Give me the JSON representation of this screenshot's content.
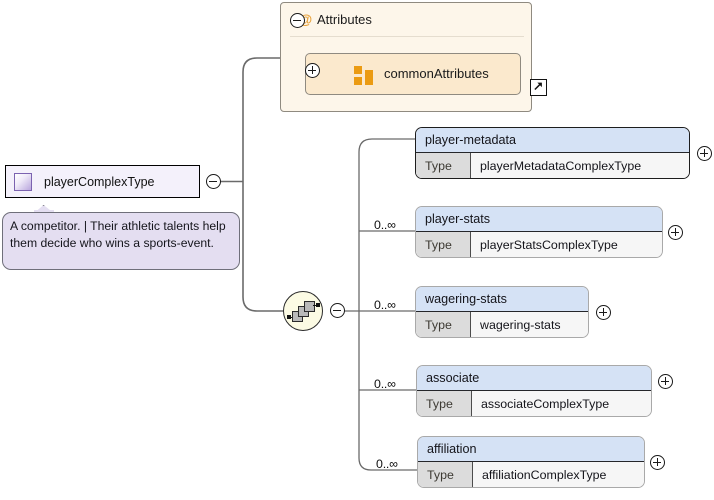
{
  "diagram": {
    "kind": "xml-schema-complextype-diagram",
    "root": {
      "name": "playerComplexType",
      "icon": "complextype-swatch-icon",
      "toggle": "collapse-minus-icon",
      "annotation": "A competitor. | Their athletic talents help them decide who wins a sports-event."
    },
    "attributes_panel": {
      "toggle": "collapse-minus-icon",
      "at_symbol": "@",
      "title": "Attributes",
      "item": {
        "toggle": "expand-plus-icon",
        "icon": "attribute-group-icon",
        "label": "commonAttributes",
        "link_icon": "external-link-arrow-icon"
      }
    },
    "compositor": {
      "icon": "sequence-icon",
      "toggle": "collapse-minus-icon"
    },
    "elements": [
      {
        "name": "player-metadata",
        "type_key": "Type",
        "type_value": "playerMetadataComplexType",
        "cardinality": "",
        "required": true,
        "toggle": "expand-plus-icon"
      },
      {
        "name": "player-stats",
        "type_key": "Type",
        "type_value": "playerStatsComplexType",
        "cardinality": "0..∞",
        "required": false,
        "toggle": "expand-plus-icon"
      },
      {
        "name": "wagering-stats",
        "type_key": "Type",
        "type_value": "wagering-stats",
        "cardinality": "0..∞",
        "required": false,
        "toggle": "expand-plus-icon"
      },
      {
        "name": "associate",
        "type_key": "Type",
        "type_value": "associateComplexType",
        "cardinality": "0..∞",
        "required": false,
        "toggle": "expand-plus-icon"
      },
      {
        "name": "affiliation",
        "type_key": "Type",
        "type_value": "affiliationComplexType",
        "cardinality": "0..∞",
        "required": false,
        "toggle": "expand-plus-icon"
      }
    ],
    "colors": {
      "element_header": "#d5e2f5",
      "element_body": "#f6f6f6",
      "type_key_cell": "#dcdcdc",
      "attributes_panel": "#fdf6ea",
      "attribute_item": "#fbe9cd",
      "attribute_accent": "#eb9b12",
      "annotation_bg": "#e4def1",
      "complextype_bg": "#f4f1fb",
      "sequence_bg": "#fcfbe4",
      "connector": "#6a6a6a"
    }
  }
}
